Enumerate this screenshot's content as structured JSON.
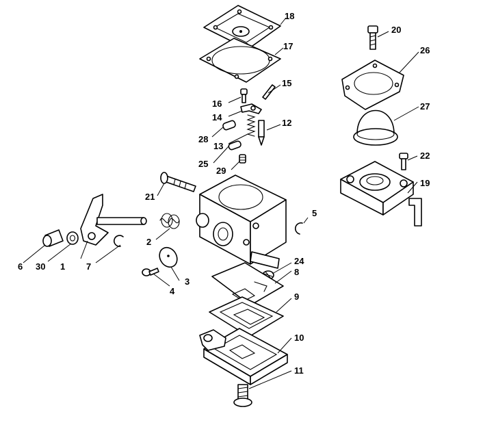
{
  "callouts": {
    "c1": "1",
    "c2": "2",
    "c3": "3",
    "c4": "4",
    "c5": "5",
    "c6": "6",
    "c7": "7",
    "c8": "8",
    "c9": "9",
    "c10": "10",
    "c11": "11",
    "c12": "12",
    "c13": "13",
    "c14": "14",
    "c15": "15",
    "c16": "16",
    "c17": "17",
    "c18": "18",
    "c19": "19",
    "c20": "20",
    "c21": "21",
    "c22": "22",
    "c24": "24",
    "c25": "25",
    "c26": "26",
    "c27": "27",
    "c28": "28",
    "c29": "29",
    "c30": "30"
  }
}
